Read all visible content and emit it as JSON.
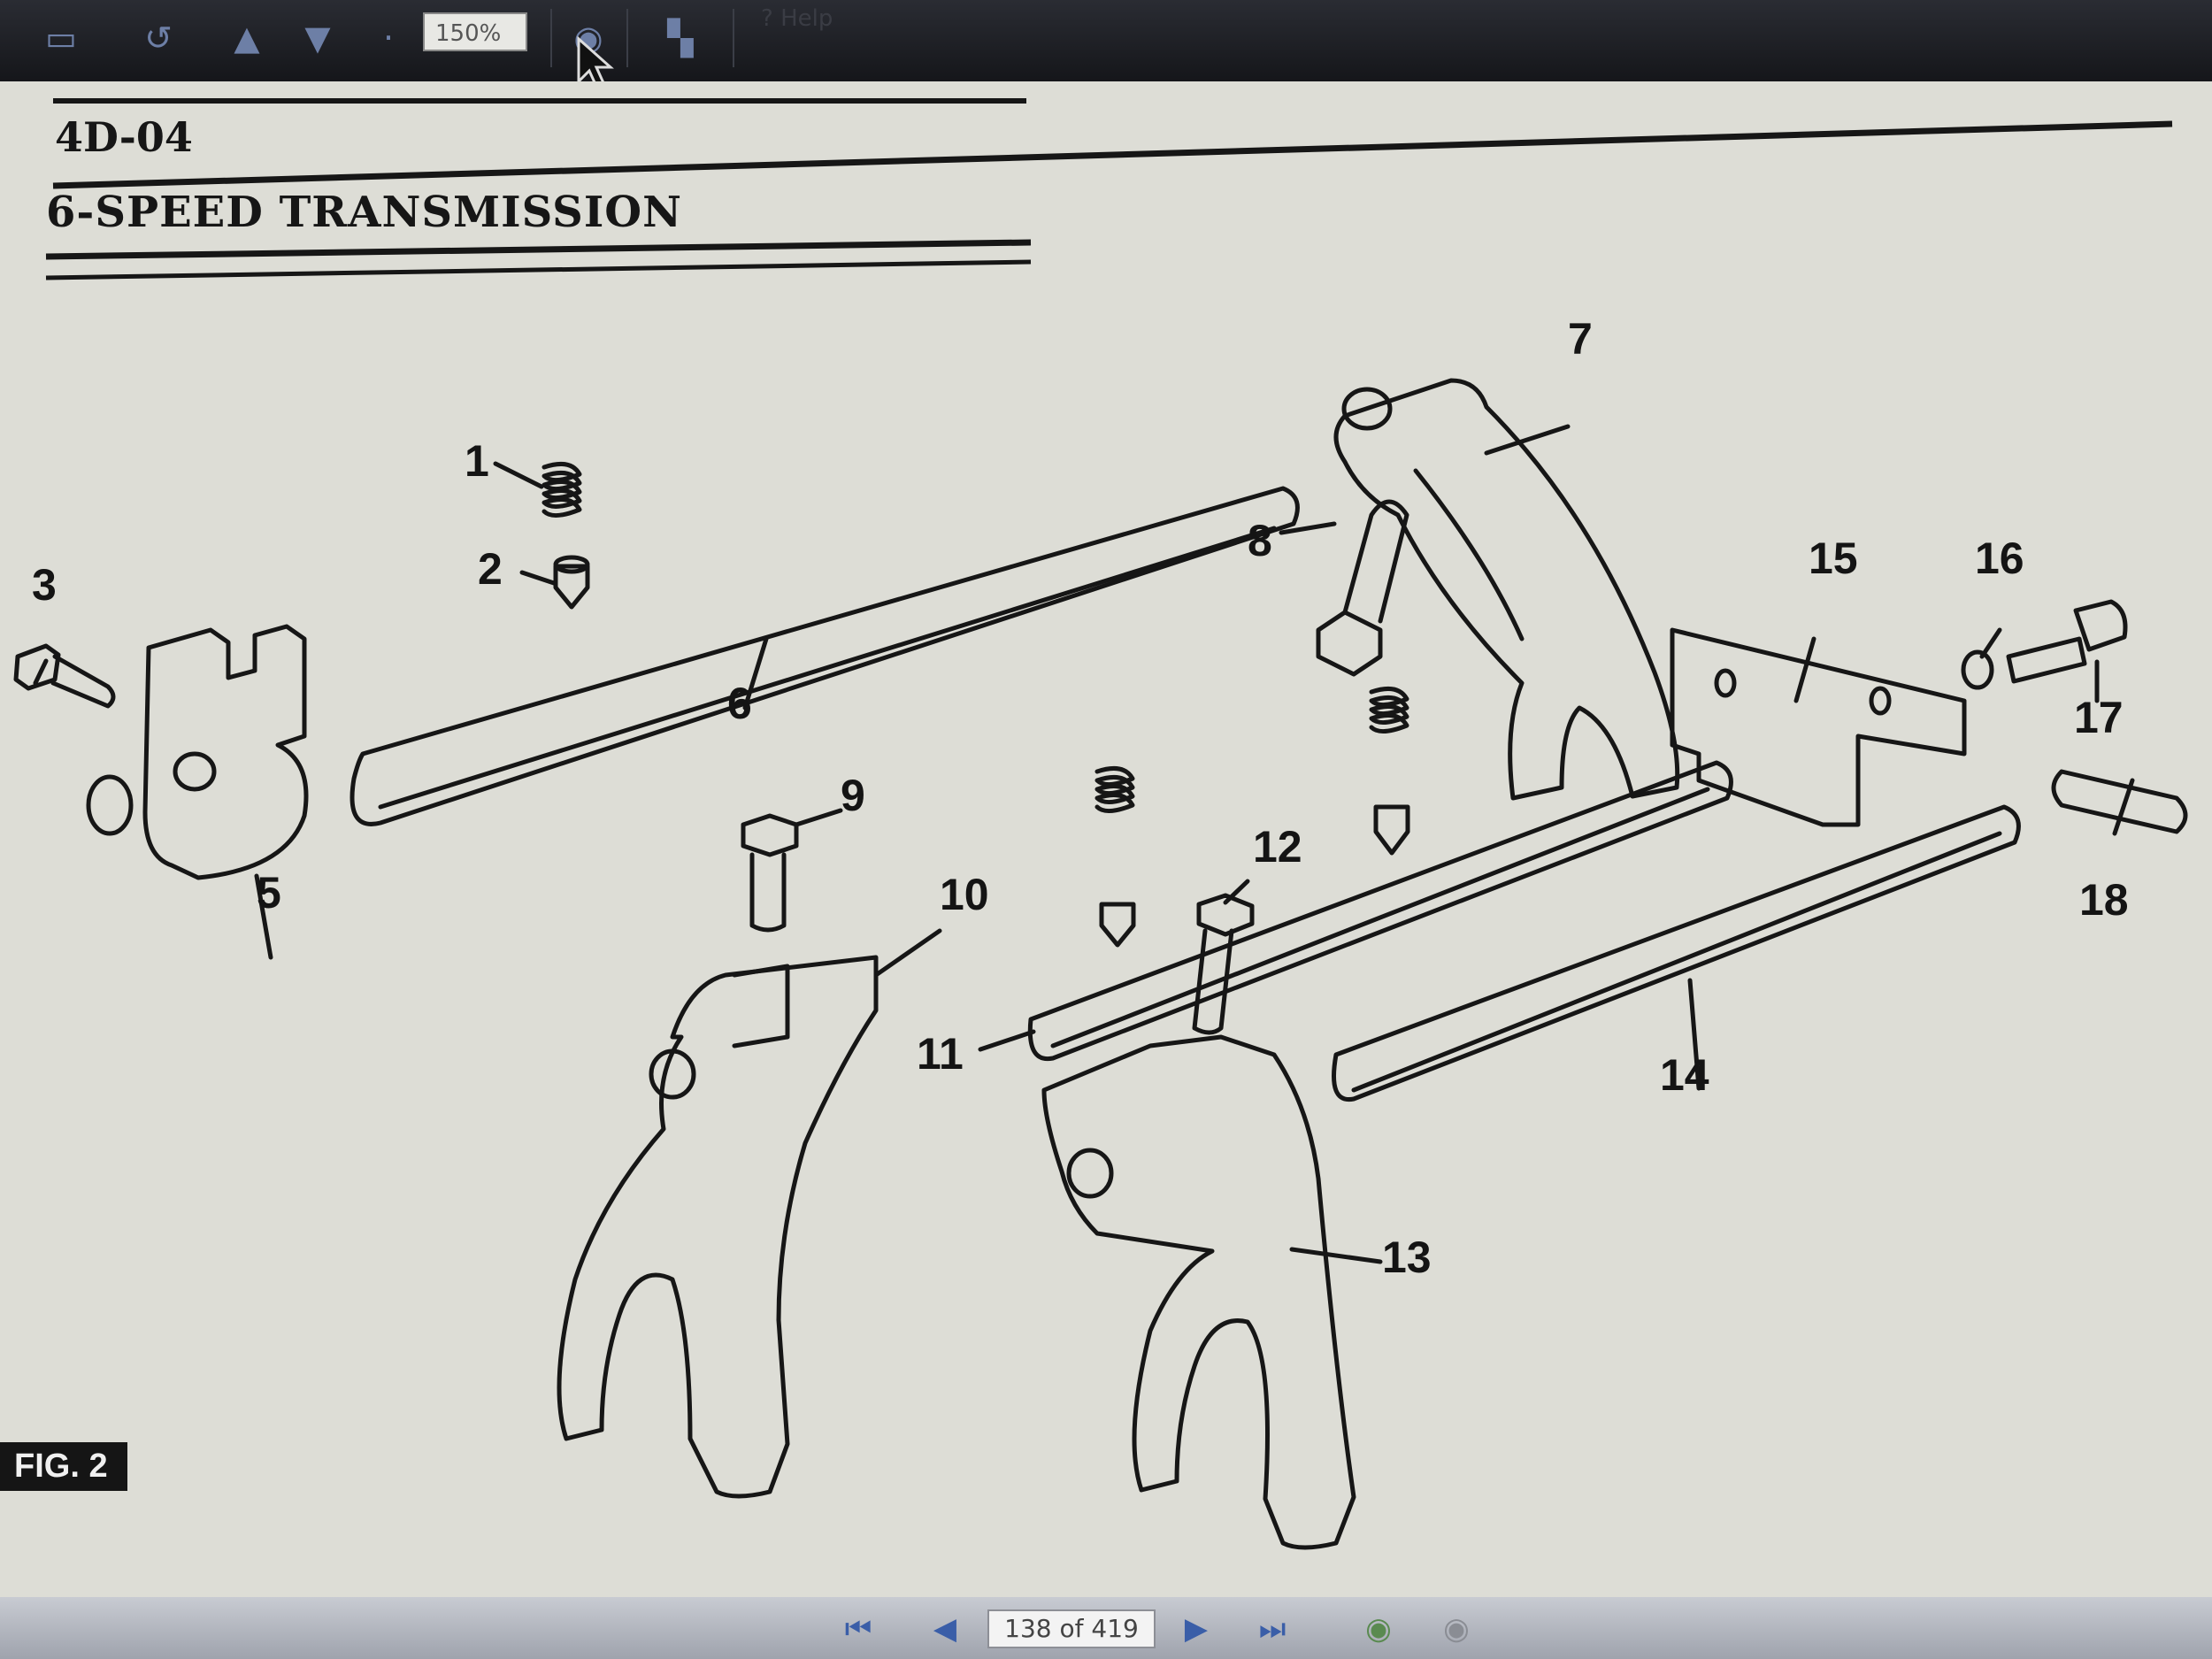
{
  "toolbar": {
    "zoom_value": "150%",
    "help_label": "? Help"
  },
  "document": {
    "section_code": "4D-04",
    "section_title": "6-SPEED TRANSMISSION",
    "figure_label": "FIG. 2",
    "callouts": [
      "1",
      "2",
      "3",
      "5",
      "6",
      "7",
      "8",
      "9",
      "10",
      "11",
      "12",
      "13",
      "14",
      "15",
      "16",
      "17",
      "18"
    ]
  },
  "navigation": {
    "page_indicator": "138 of 419"
  },
  "colors": {
    "toolbar_bg": "#1c1d22",
    "page_bg": "#ddddd6",
    "nav_bg": "#b3b7bf",
    "ink": "#161616"
  }
}
